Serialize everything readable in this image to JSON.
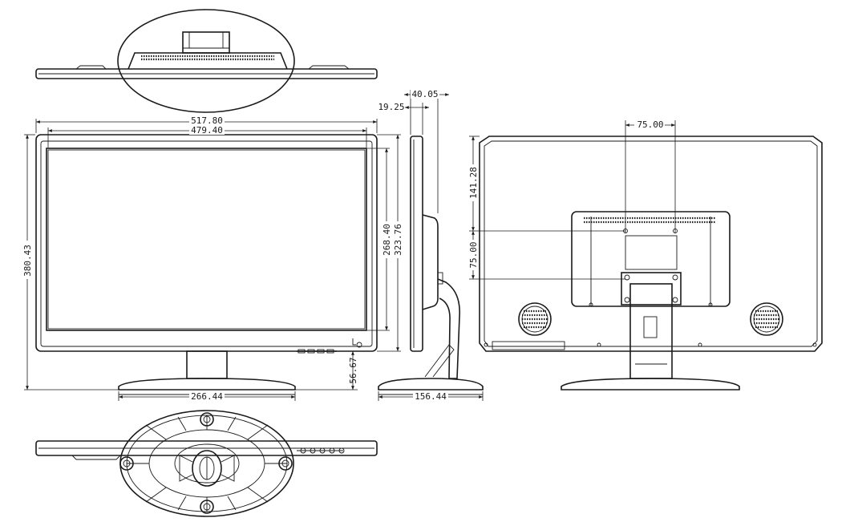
{
  "dimensions": {
    "total_width": "517.80",
    "screen_width": "479.40",
    "total_height": "380.43",
    "screen_height_inner": "268.40",
    "screen_height_outer": "323.76",
    "stand_base_width": "266.44",
    "stand_height": "56.67",
    "panel_depth": "19.25",
    "panel_depth_with_back": "40.05",
    "base_depth": "156.44",
    "vesa_horizontal": "75.00",
    "vesa_vertical": "75.00",
    "vesa_from_top": "141.28"
  },
  "colors": {
    "line": "#1a1a1a",
    "background": "#ffffff"
  }
}
